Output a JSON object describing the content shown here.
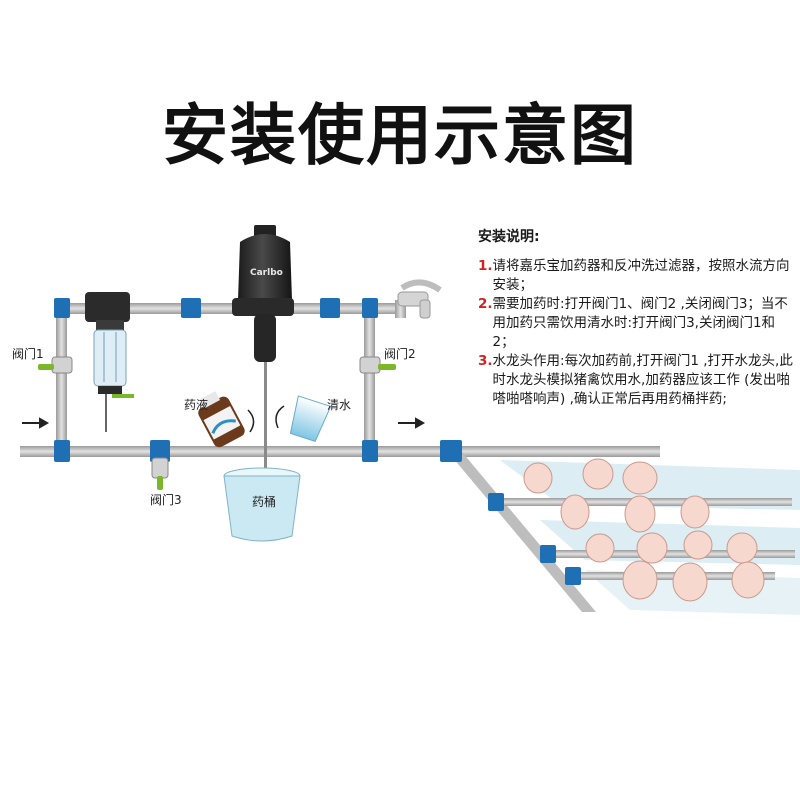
{
  "title": "安装使用示意图",
  "notes": {
    "heading": "安装说明:",
    "items": [
      {
        "num": "1.",
        "text": "请将嘉乐宝加药器和反冲洗过滤器，按照水流方向安装；"
      },
      {
        "num": "2.",
        "text": "需要加药时:打开阀门1、阀门2 ,关闭阀门3；当不用加药只需饮用清水时:打开阀门3,关闭阀门1和2；"
      },
      {
        "num": "3.",
        "text": "水龙头作用:每次加药前,打开阀门1 ,打开水龙头,此时水龙头模拟猪禽饮用水,加药器应该工作 (发出啪嗒啪嗒响声) ,确认正常后再用药桶拌药;"
      }
    ]
  },
  "labels": {
    "valve1": "阀门1",
    "valve2": "阀门2",
    "valve3": "阀门3",
    "medicine": "药液",
    "water": "清水",
    "bucket": "药桶",
    "brand": "Carlbo"
  },
  "colors": {
    "pipe": "#c6c6c6",
    "pipe_edge": "#8a8a8a",
    "coupling": "#1f6fb5",
    "valve_handle": "#7ab829",
    "arrow": "#222222",
    "bucket_water": "#bfe3ef",
    "pig": "#f6d8cf",
    "floor": "#d9ecf2"
  }
}
